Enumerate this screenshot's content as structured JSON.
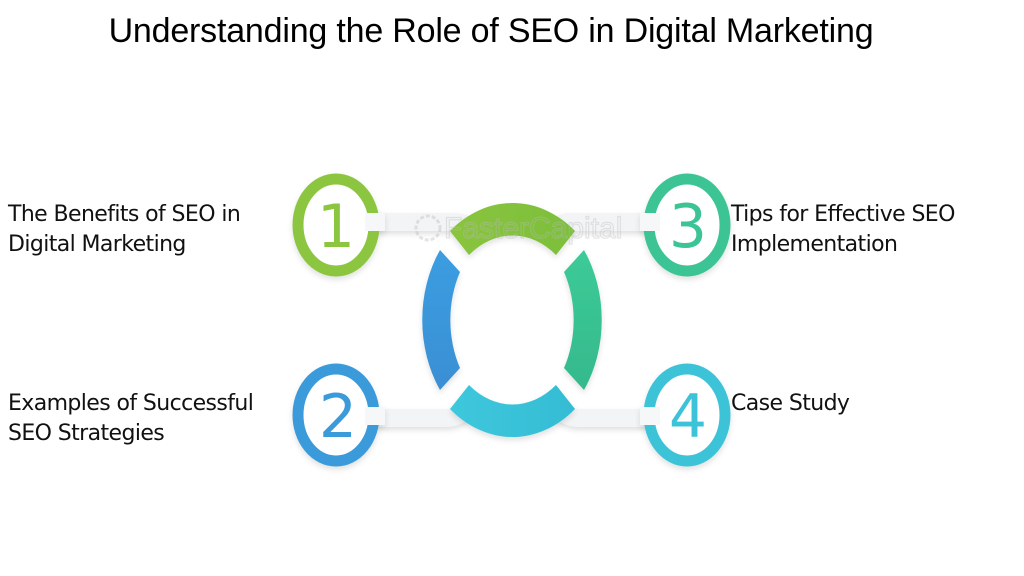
{
  "title": "Understanding the Role of SEO in Digital Marketing",
  "watermark": "FasterCapital",
  "steps": [
    {
      "number": "1",
      "label_line1": "The Benefits of SEO in",
      "label_line2": "Digital Marketing",
      "color": "#8cc63f"
    },
    {
      "number": "2",
      "label_line1": "Examples of Successful",
      "label_line2": "SEO Strategies",
      "color": "#3a9ad9"
    },
    {
      "number": "3",
      "label_line1": "Tips for Effective SEO",
      "label_line2": "Implementation",
      "color": "#3cc495"
    },
    {
      "number": "4",
      "label_line1": "Case Study",
      "label_line2": "",
      "color": "#3cc3d8"
    }
  ]
}
